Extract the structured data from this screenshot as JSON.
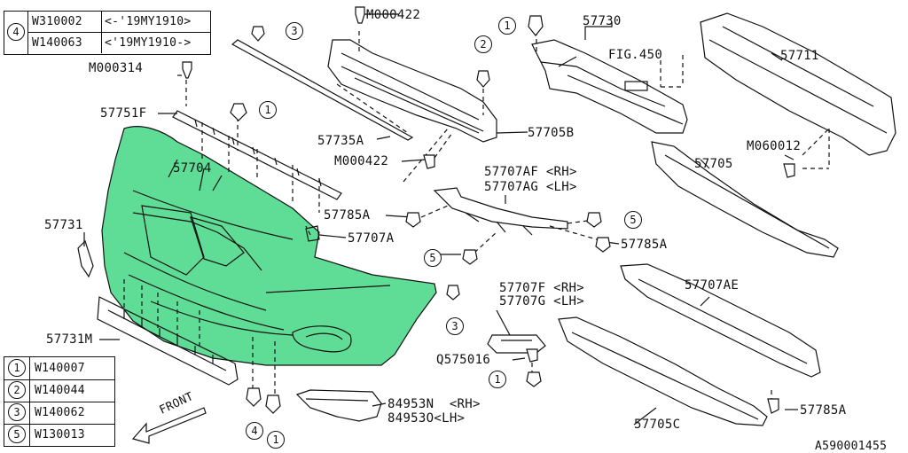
{
  "diagram_id": "A590001455",
  "front_label": "FRONT",
  "variant_table": {
    "ref": "4",
    "rows": [
      {
        "code": "W310002",
        "note": "<-'19MY1910>"
      },
      {
        "code": "W140063",
        "note": "<'19MY1910->"
      }
    ]
  },
  "legend_table": [
    {
      "ref": "1",
      "code": "W140007"
    },
    {
      "ref": "2",
      "code": "W140044"
    },
    {
      "ref": "3",
      "code": "W140062"
    },
    {
      "ref": "5",
      "code": "W130013"
    }
  ],
  "labels": {
    "m000314": "M000314",
    "p57751f": "57751F",
    "p57704": "57704",
    "p57731": "57731",
    "p57731m": "57731M",
    "m000422_top": "M000422",
    "p57735a": "57735A",
    "m000422_mid": "M000422",
    "p57705b": "57705B",
    "p57730": "57730",
    "fig450": "FIG.450",
    "p57711": "57711",
    "m060012": "M060012",
    "p57705": "57705",
    "p57707af": "57707AF <RH>",
    "p57707ag": "57707AG <LH>",
    "p57785a_1": "57785A",
    "p57707a": "57707A",
    "p57785a_2": "57785A",
    "p57707f": "57707F <RH>",
    "p57707g": "57707G <LH>",
    "q575016": "Q575016",
    "p57707ae": "57707AE",
    "p84953n": "84953N  <RH>",
    "p84953o": "84953O<LH>",
    "p57705c": "57705C",
    "p57785a_3": "57785A"
  },
  "callouts": {
    "c3_top": "3",
    "c1_57751f": "1",
    "c2_57705b": "2",
    "c1_57730": "1",
    "c5_right": "5",
    "c5_left": "5",
    "c3_bumper": "3",
    "c1_q575016": "1",
    "c4_bottom": "4",
    "c1_bottom": "1"
  },
  "colors": {
    "bumper_fill": "#5fdc96",
    "line": "#111111"
  }
}
